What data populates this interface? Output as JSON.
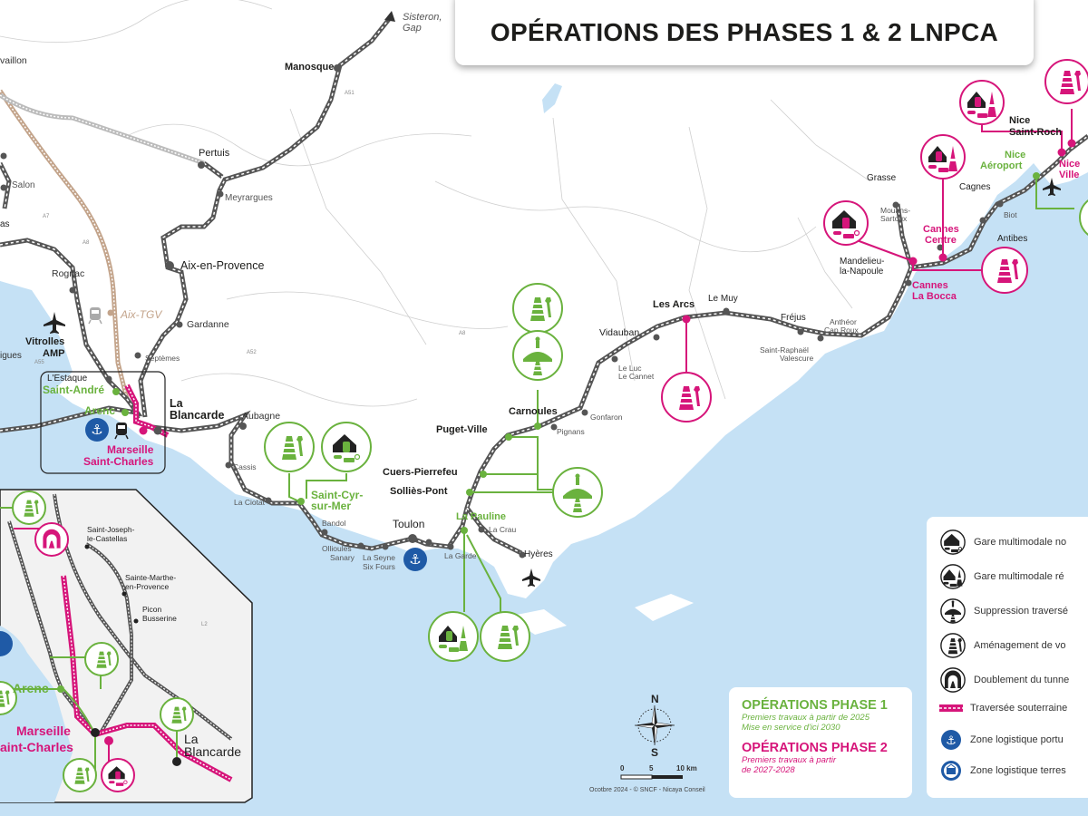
{
  "title": "OPÉRATIONS DES PHASES 1 & 2 LNPCA",
  "phases": {
    "phase1": {
      "label": "OPÉRATIONS PHASE 1",
      "line1": "Premiers travaux à partir de 2025",
      "line2": "Mise en service d'ici 2030",
      "color": "#6ab23e"
    },
    "phase2": {
      "label": "OPÉRATIONS PHASE 2",
      "line1": "Premiers travaux à partir",
      "line2": "de 2027-2028",
      "color": "#d6157a"
    }
  },
  "legend": {
    "items": [
      {
        "icon": "new-multimodal-station-icon",
        "label": "Gare multimodale no"
      },
      {
        "icon": "renovated-multimodal-station-icon",
        "label": "Gare multimodale ré"
      },
      {
        "icon": "level-crossing-removal-icon",
        "label": "Suppression traversé"
      },
      {
        "icon": "track-works-icon",
        "label": "Aménagement de vo"
      },
      {
        "icon": "tunnel-doubling-icon",
        "label": "Doublement du tunne"
      },
      {
        "icon": "underground-crossing-line-icon",
        "label": "Traversée souterraine"
      },
      {
        "icon": "port-logistics-anchor-icon",
        "label": "Zone logistique portu"
      },
      {
        "icon": "land-logistics-container-icon",
        "label": "Zone logistique terres"
      }
    ]
  },
  "compass": {
    "north": "N",
    "south": "S"
  },
  "scale": {
    "start": "0",
    "mid": "5",
    "end": "10 km"
  },
  "credits": "Ocotbre 2024 - © SNCF - Nicaya Conseil",
  "places": {
    "sisteron": "Sisteron,",
    "gap": "Gap",
    "manosque": "Manosque",
    "pertuis": "Pertuis",
    "meyrargues": "Meyrargues",
    "cavaillon": "vaillon",
    "salon": "Salon",
    "istres": "as",
    "aix": "Aix-en-Provence",
    "rognac": "Rognac",
    "aixtgv": "Aix-TGV",
    "gardanne": "Gardanne",
    "vitrolles1": "Vitrolles",
    "vitrolles2": "AMP",
    "martigues": "igues",
    "septemes": "Septèmes",
    "estaque": "L'Estaque",
    "standre": "Saint-André",
    "arenc": "Arenc",
    "blancarde1": "La",
    "blancarde2": "Blancarde",
    "marseille1": "Marseille",
    "marseille2": "Saint-Charles",
    "aubagne": "Aubagne",
    "cassis": "Cassis",
    "laciotat": "La Ciotat",
    "stcyr1": "Saint-Cyr-",
    "stcyr2": "sur-Mer",
    "bandol": "Bandol",
    "ollioules1": "Ollioules",
    "ollioules2": "Sanary",
    "laseyne1": "La Seyne",
    "laseyne2": "Six Fours",
    "toulon": "Toulon",
    "lagarde": "La Garde",
    "lapauline": "La Pauline",
    "lacrau": "La Crau",
    "hyeres": "Hyères",
    "solliespont": "Solliès-Pont",
    "cuers": "Cuers-Pierrefeu",
    "pugetville": "Puget-Ville",
    "carnoules": "Carnoules",
    "pignans": "Pignans",
    "gonfaron": "Gonfaron",
    "leluc1": "Le Luc",
    "leluc2": "Le Cannet",
    "vidauban": "Vidauban",
    "lesarcs": "Les Arcs",
    "lemuy": "Le Muy",
    "frejus": "Fréjus",
    "straphael1": "Saint-Raphaël",
    "straphael2": "Valescure",
    "antheor1": "Anthéor",
    "antheor2": "Cap Roux",
    "mandelieu1": "Mandelieu-",
    "mandelieu2": "la-Napoule",
    "cannesbocca1": "Cannes",
    "cannesbocca2": "La Bocca",
    "cannescentre1": "Cannes",
    "cannescentre2": "Centre",
    "mouans1": "Mouans-",
    "mouans2": "Sartoux",
    "grasse": "Grasse",
    "antibes": "Antibes",
    "biot": "Biot",
    "cagnes": "Cagnes",
    "niceaero1": "Nice",
    "niceaero2": "Aéroport",
    "nicestroch1": "Nice",
    "nicestroch2": "Saint-Roch",
    "niceville1": "Nice",
    "niceville2": "Ville",
    "stjoseph1": "Saint-Joseph-",
    "stjoseph2": "le-Castellas",
    "stemarthe1": "Sainte-Marthe-",
    "stemarthe2": "en-Provence",
    "picon1": "Picon",
    "picon2": "Busserine",
    "inset_arenc": "Arenc",
    "inset_marseille1": "Marseille",
    "inset_marseille2": "aint-Charles",
    "inset_blancarde1": "La",
    "inset_blancarde2": "Blancarde"
  },
  "roads": [
    "A51",
    "A7",
    "A8",
    "A55",
    "A52",
    "A8",
    "L2"
  ],
  "colors": {
    "phase1": "#6ab23e",
    "phase2": "#d6157a",
    "sea": "#c5e1f5",
    "rail": "#555555",
    "tgv": "#c3a48b",
    "port": "#1f5aa6"
  }
}
